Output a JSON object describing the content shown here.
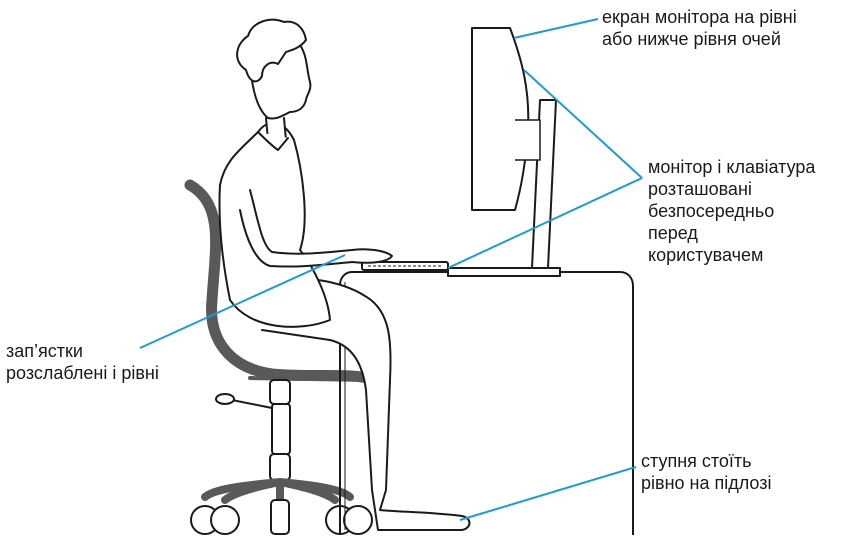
{
  "labels": {
    "monitor_eye_level": {
      "line1": "екран монітора на рівні",
      "line2": "або нижче рівня очей"
    },
    "monitor_keyboard_front": {
      "line1": "монітор і клавіатура",
      "line2": "розташовані",
      "line3": "безпосередньо",
      "line4": "перед",
      "line5": "користувачем"
    },
    "wrists": {
      "line1": "зап’ястки",
      "line2": "розслаблені і рівні"
    },
    "feet": {
      "line1": "ступня стоїть",
      "line2": "рівно на підлозі"
    }
  },
  "colors": {
    "callout": "#1e9ad6",
    "outline": "#1a1a1a",
    "chair": "#595959"
  }
}
